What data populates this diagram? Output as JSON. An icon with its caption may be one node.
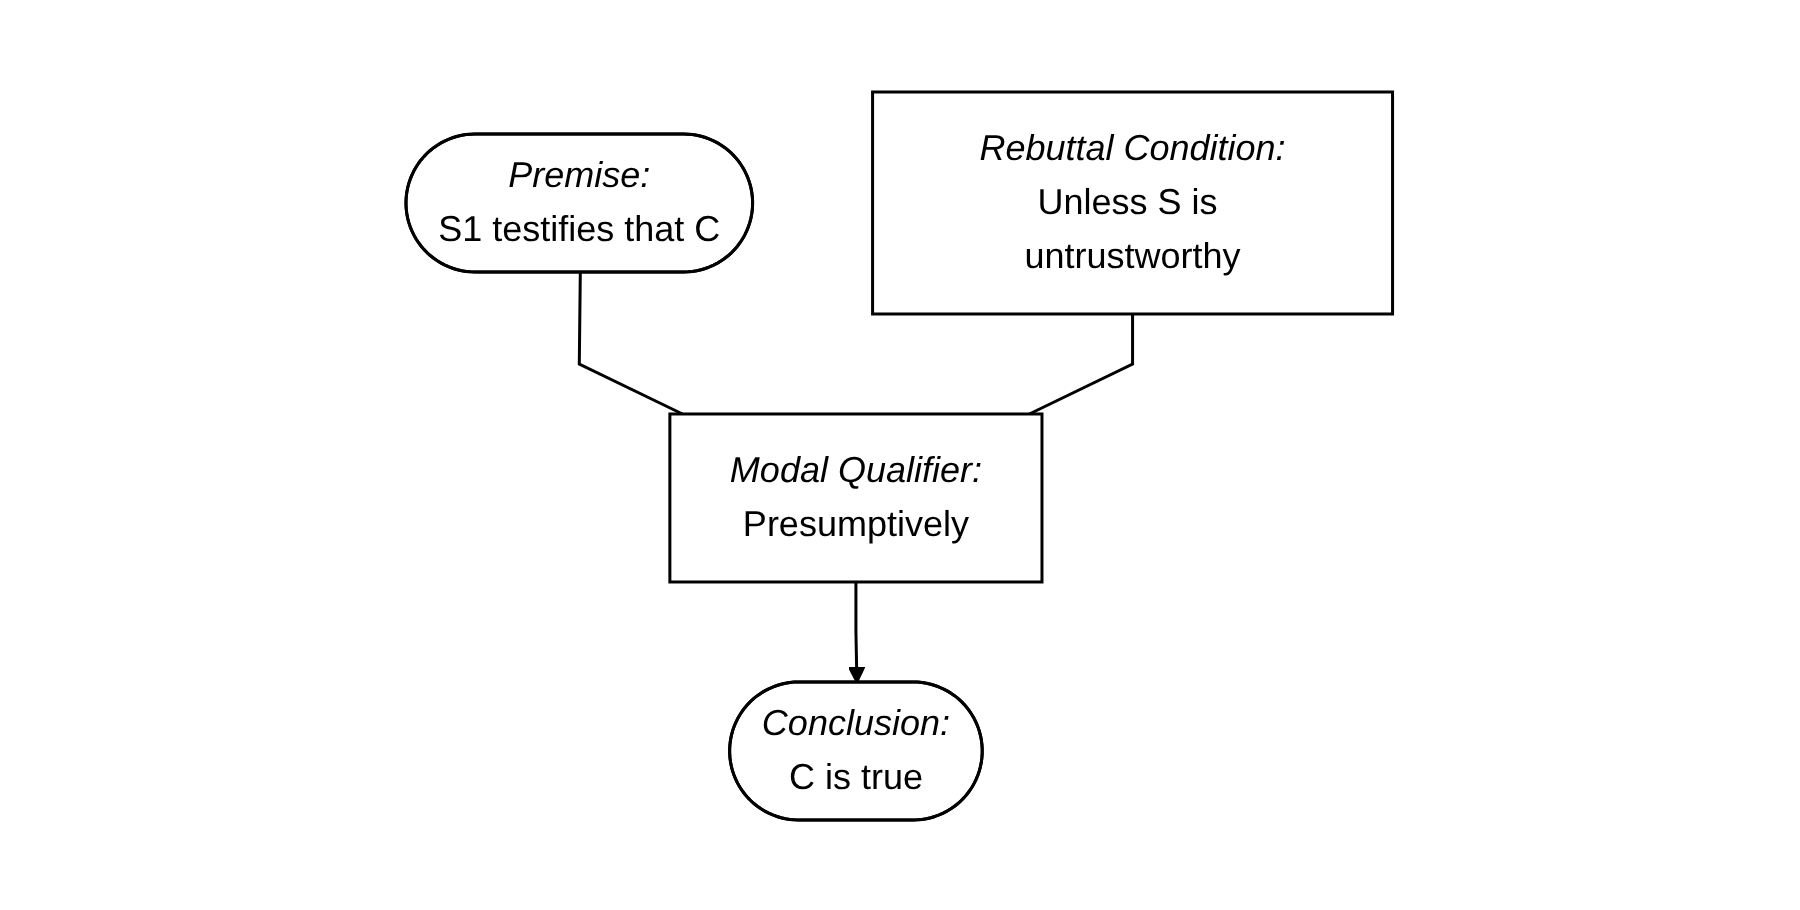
{
  "diagram": {
    "nodes": [
      {
        "text": [
          "Premise:",
          "S1 testifies that C"
        ]
      },
      {
        "text": [
          "Rebuttal Condition:",
          "Unless S is untrustworthy"
        ]
      },
      {
        "text": [
          "Modal Qualifier:",
          "Presumptively"
        ]
      },
      {
        "text": [
          "Conclusion:",
          "C is true"
        ]
      }
    ],
    "edges": [
      {
        "from": 0,
        "to": 2,
        "arrow": "none"
      },
      {
        "from": 1,
        "to": 2,
        "arrow": "none"
      },
      {
        "from": 2,
        "to": 3,
        "arrow": "to"
      }
    ]
  }
}
